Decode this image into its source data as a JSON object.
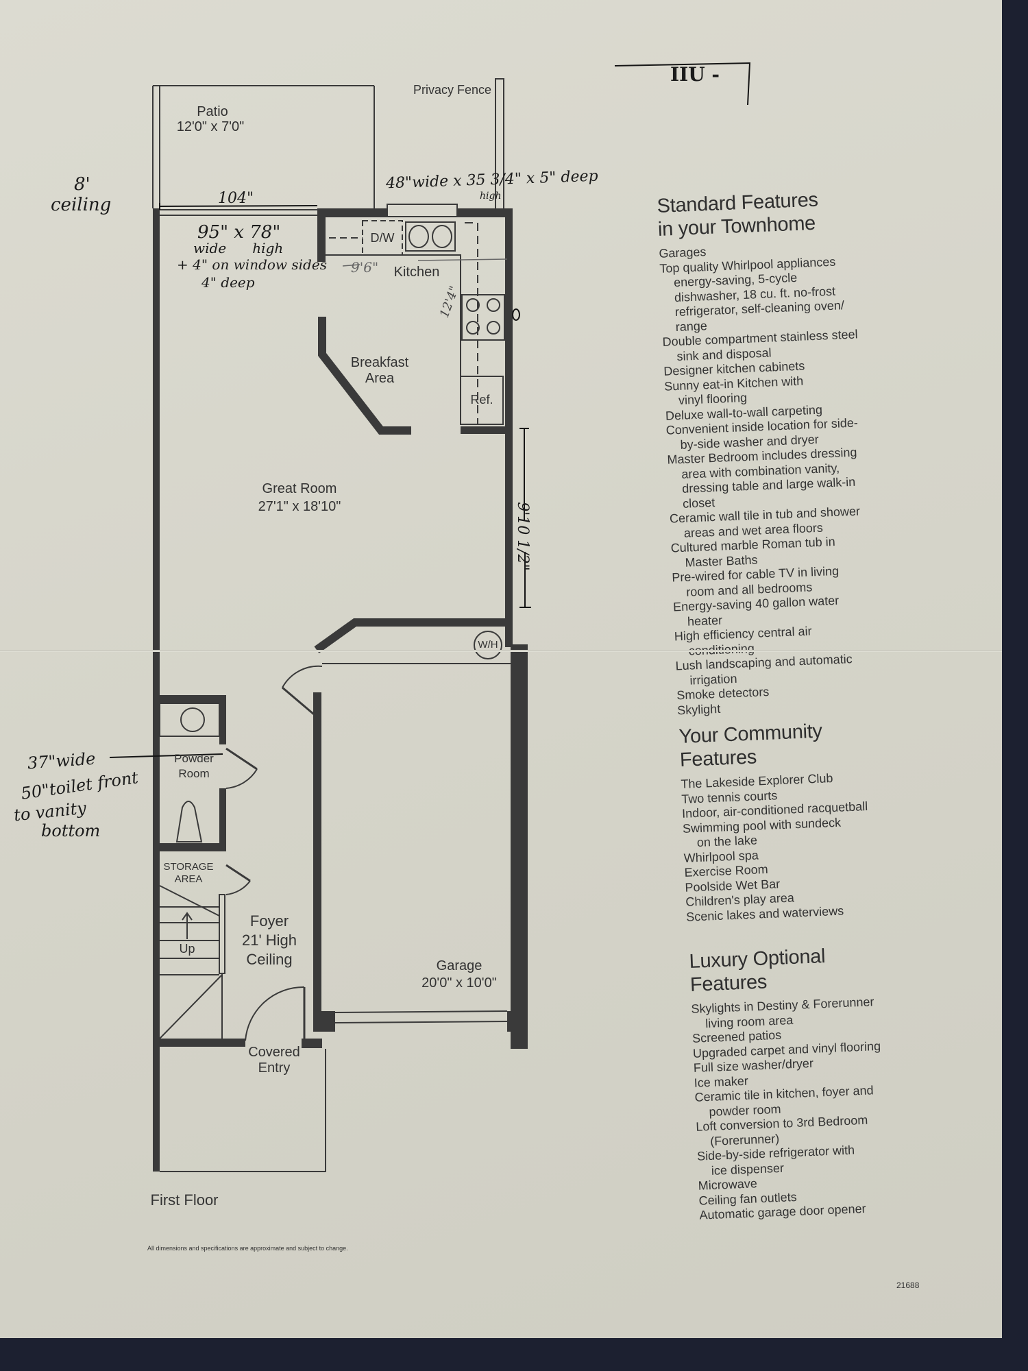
{
  "plan": {
    "patio": {
      "name": "Patio",
      "dims": "12'0\" x 7'0\""
    },
    "privacy_fence": "Privacy Fence",
    "kitchen": "Kitchen",
    "dishwasher": "D/W",
    "refrigerator": "Ref.",
    "breakfast": [
      "Breakfast",
      "Area"
    ],
    "great_room": {
      "name": "Great Room",
      "dims": "27'1\" x 18'10\""
    },
    "water_heater": "W/H",
    "powder_room": [
      "Powder",
      "Room"
    ],
    "storage": [
      "STORAGE",
      "AREA"
    ],
    "stairs_up": "Up",
    "foyer": [
      "Foyer",
      "21' High",
      "Ceiling"
    ],
    "garage": {
      "name": "Garage",
      "dims": "20'0\" x 10'0\""
    },
    "covered_entry": [
      "Covered",
      "Entry"
    ],
    "floor_title": "First Floor",
    "disclaimer": "All dimensions and specifications are approximate and subject to change.",
    "code": "21688"
  },
  "handwritten": {
    "top_mark": "IIU -",
    "ceiling": [
      "8'",
      "ceiling"
    ],
    "door_width": "104\"",
    "slider": [
      "95\" x 78\"",
      "wide      high",
      "+ 4\" on window sides",
      "4\" deep"
    ],
    "window": "48\"wide x 35 3/4\" x 5\" deep",
    "window_high": "high",
    "kitchen_width": "9'6\"",
    "kitchen_length": "12'4\"",
    "wall_length": "9'10 1/2\"",
    "powder": [
      "37\"wide",
      "50\"toilet front",
      "to vanity",
      "bottom"
    ]
  },
  "sections": [
    {
      "title": [
        "Standard Features",
        "in your Townhome"
      ],
      "items": [
        [
          "Garages"
        ],
        [
          "Top quality Whirlpool appliances",
          "energy-saving, 5-cycle",
          "dishwasher, 18 cu. ft. no-frost",
          "refrigerator, self-cleaning oven/",
          "range"
        ],
        [
          "Double compartment stainless steel",
          "sink and disposal"
        ],
        [
          "Designer kitchen cabinets"
        ],
        [
          "Sunny eat-in Kitchen with",
          "vinyl flooring"
        ],
        [
          "Deluxe wall-to-wall carpeting"
        ],
        [
          "Convenient inside location for side-",
          "by-side washer and dryer"
        ],
        [
          "Master Bedroom includes dressing",
          "area with combination vanity,",
          "dressing table and large walk-in",
          "closet"
        ],
        [
          "Ceramic wall tile in tub and shower",
          "areas and wet area floors"
        ],
        [
          "Cultured marble Roman tub in",
          "Master Baths"
        ],
        [
          "Pre-wired for cable TV in living",
          "room and all bedrooms"
        ],
        [
          "Energy-saving 40 gallon water",
          "heater"
        ],
        [
          "High efficiency central air",
          "conditioning"
        ],
        [
          "Lush landscaping and automatic",
          "irrigation"
        ],
        [
          "Smoke detectors"
        ],
        [
          "Skylight"
        ]
      ]
    },
    {
      "title": [
        "Your Community",
        "Features"
      ],
      "items": [
        [
          "The Lakeside Explorer Club"
        ],
        [
          "Two tennis courts"
        ],
        [
          "Indoor, air-conditioned racquetball"
        ],
        [
          "Swimming pool with sundeck",
          "on the lake"
        ],
        [
          "Whirlpool spa"
        ],
        [
          "Exercise Room"
        ],
        [
          "Poolside Wet Bar"
        ],
        [
          "Children's play area"
        ],
        [
          "Scenic lakes and waterviews"
        ]
      ]
    },
    {
      "title": [
        "Luxury Optional",
        "Features"
      ],
      "items": [
        [
          "Skylights in Destiny & Forerunner",
          "living room area"
        ],
        [
          "Screened patios"
        ],
        [
          "Upgraded carpet and vinyl flooring"
        ],
        [
          "Full size washer/dryer"
        ],
        [
          "Ice maker"
        ],
        [
          "Ceramic tile in kitchen, foyer and",
          "powder room"
        ],
        [
          "Loft conversion to 3rd Bedroom",
          "(Forerunner)"
        ],
        [
          "Side-by-side refrigerator with",
          "ice dispenser"
        ],
        [
          "Microwave"
        ],
        [
          "Ceiling fan outlets"
        ],
        [
          "Automatic garage door opener"
        ]
      ]
    }
  ]
}
